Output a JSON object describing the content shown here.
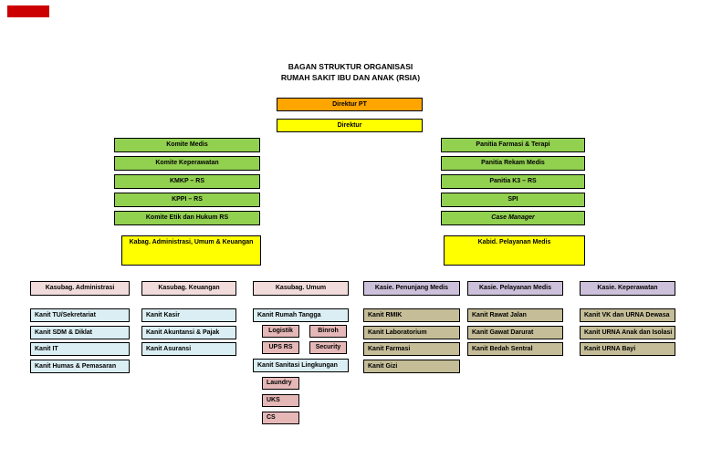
{
  "colors": {
    "red_mark": "#CC0000",
    "orange_box": "#FFA500",
    "yellow_box": "#FFFF00",
    "green_box": "#92D050",
    "pink_header": "#F2DCDB",
    "lavender_header": "#CCC0DA",
    "blue_item": "#DAEEF3",
    "rose_item": "#E5B8B7",
    "tan_item": "#C4BD97"
  },
  "title": {
    "line1": "BAGAN STRUKTUR ORGANISASI",
    "line2": "RUMAH SAKIT IBU DAN ANAK (RSIA)"
  },
  "directorate": {
    "direktur_pt": "Direktur PT",
    "direktur": "Direktur"
  },
  "committees_left": [
    "Komite Medis",
    "Komite Keperawatan",
    "KMKP – RS",
    "KPPI – RS",
    "Komite Etik dan Hukum RS"
  ],
  "committees_right": [
    "Panitia Farmasi & Terapi",
    "Panitia Rekam Medis",
    "Panitia K3 – RS",
    "SPI",
    "Case Manager"
  ],
  "department_heads": {
    "kabag": "Kabag. Administrasi, Umum & Keuangan",
    "kabid": "Kabid. Pelayanan Medis"
  },
  "sections": [
    {
      "header": "Kasubag. Administrasi",
      "items": [
        "Kanit TU/Sekretariat",
        "Kanit SDM & Diklat",
        "Kanit IT",
        "Kanit Humas & Pemasaran"
      ]
    },
    {
      "header": "Kasubag. Keuangan",
      "items": [
        "Kanit Kasir",
        "Kanit Akuntansi & Pajak",
        "Kanit Asuransi"
      ]
    },
    {
      "header": "Kasubag. Umum",
      "items": [
        "Kanit Rumah Tangga",
        "Kanit Sanitasi Lingkungan"
      ],
      "rumah_tangga_subs": [
        "Logistik",
        "Binroh",
        "UPS RS",
        "Security"
      ],
      "sanitasi_subs": [
        "Laundry",
        "UKS",
        "CS"
      ]
    },
    {
      "header": "Kasie. Penunjang Medis",
      "items": [
        "Kanit RMIK",
        "Kanit Laboratorium",
        "Kanit Farmasi",
        "Kanit Gizi"
      ]
    },
    {
      "header": "Kasie. Pelayanan Medis",
      "items": [
        "Kanit Rawat Jalan",
        "Kanit Gawat Darurat",
        "Kanit Bedah Sentral"
      ]
    },
    {
      "header": "Kasie. Keperawatan",
      "items": [
        "Kanit VK dan URNA Dewasa",
        "Kanit URNA Anak dan Isolasi",
        "Kanit URNA Bayi"
      ]
    }
  ]
}
